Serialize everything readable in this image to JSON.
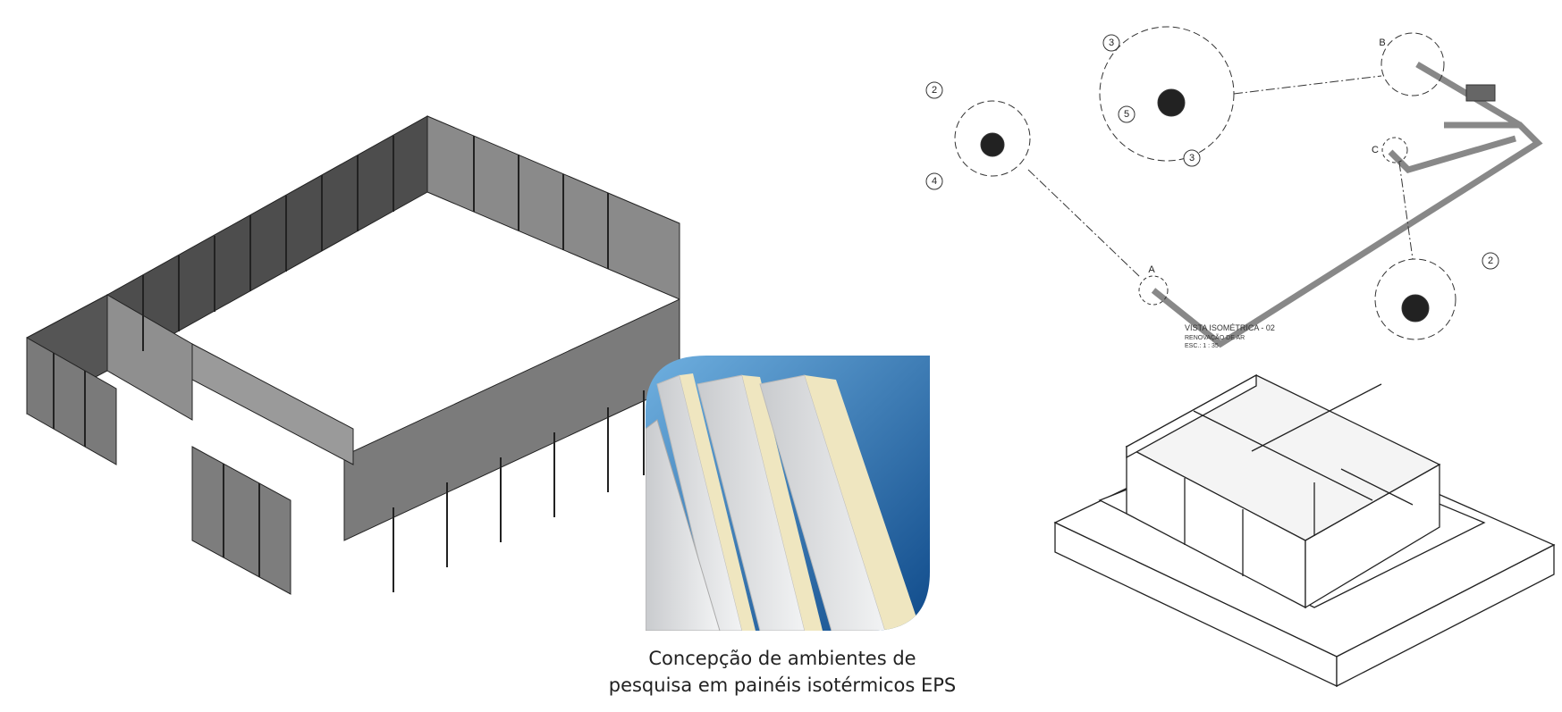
{
  "caption": {
    "line1": "Concepção de ambientes de",
    "line2": "pesquisa em painéis isotérmicos EPS"
  },
  "isometric_drawing": {
    "title": "VISTA ISOMÉTRICA - 02",
    "subtitle": "RENOVAÇÃO DE AR",
    "scale": "ESC.: 1 : 35",
    "callouts": [
      "2",
      "4",
      "3",
      "5",
      "3",
      "2"
    ],
    "points": [
      "A",
      "B",
      "C"
    ]
  },
  "colors": {
    "panel_dark": "#4a4a4a",
    "panel_light": "#8c8c8c",
    "eps_core": "#efe6c0",
    "blue_bg": "#1d5fa0"
  }
}
